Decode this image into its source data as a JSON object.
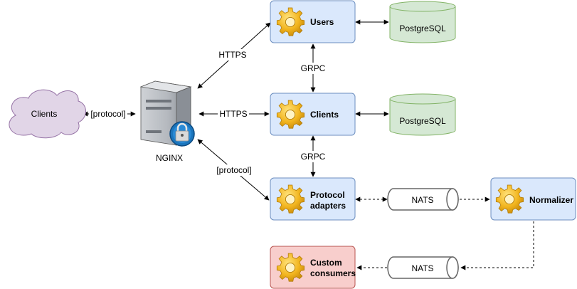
{
  "nodes": {
    "clients_cloud": {
      "label": "Clients"
    },
    "nginx": {
      "label": "NGINX"
    },
    "users": {
      "label": "Users"
    },
    "clients_service": {
      "label": "Clients"
    },
    "protocol_adapters": {
      "label_line1": "Protocol",
      "label_line2": "adapters"
    },
    "custom_consumers": {
      "label_line1": "Custom",
      "label_line2": "consumers"
    },
    "normalizer": {
      "label": "Normalizer"
    },
    "db_users": {
      "label": "PostgreSQL"
    },
    "db_clients": {
      "label": "PostgreSQL"
    },
    "nats_top": {
      "label": "NATS"
    },
    "nats_bottom": {
      "label": "NATS"
    }
  },
  "edges": {
    "cloud_nginx": {
      "label": "[protocol]"
    },
    "nginx_users": {
      "label": "HTTPS"
    },
    "nginx_clients": {
      "label": "HTTPS"
    },
    "nginx_adapters": {
      "label": "[protocol]"
    },
    "users_clients": {
      "label": "GRPC"
    },
    "clients_adapters": {
      "label": "GRPC"
    }
  },
  "colors": {
    "service_fill": "#dae8fc",
    "service_stroke": "#6c8ebf",
    "db_fill": "#d5e8d4",
    "db_stroke": "#82b366",
    "consumer_fill": "#f8cecc",
    "consumer_stroke": "#b85450",
    "cloud_fill": "#e1d5e7",
    "cloud_stroke": "#9673a6",
    "queue_stroke": "#666666",
    "gear": "#f2b51f"
  }
}
